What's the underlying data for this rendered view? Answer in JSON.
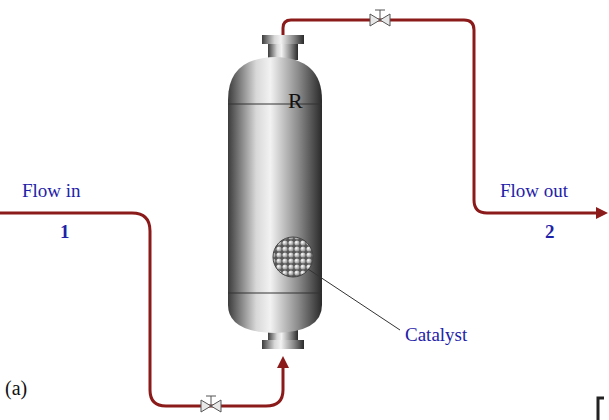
{
  "diagram": {
    "nodes": [
      {
        "text": [
          "R"
        ]
      }
    ],
    "labels": [
      "Flow in",
      "1",
      "Flow out",
      "2",
      "Catalyst",
      "(a)"
    ]
  }
}
